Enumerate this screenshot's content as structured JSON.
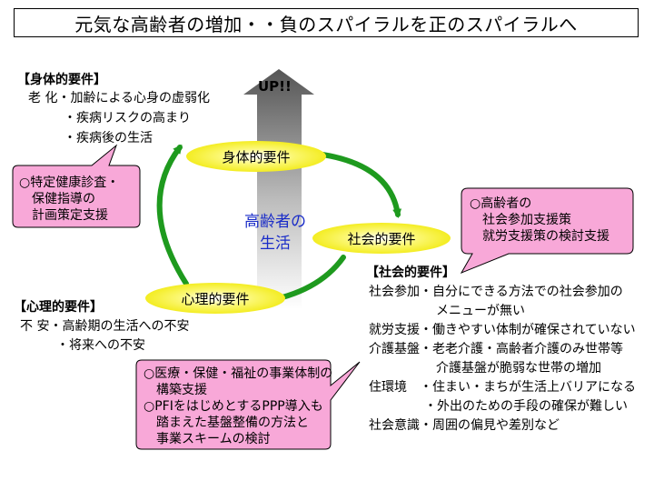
{
  "title": "元気な高齢者の増加・・負のスパイラルを正のスパイラルへ",
  "arrow_up_label": "UP!!",
  "center_label": [
    "高齢者の",
    "生活"
  ],
  "ellipses": {
    "physical": "身体的要件",
    "social": "社会的要件",
    "mental": "心理的要件"
  },
  "physical_block": {
    "heading": "【身体的要件】",
    "lines": [
      "老 化・加齢による心身の虚弱化",
      "・疾病リスクの高まり",
      "・疾病後の生活"
    ]
  },
  "mental_block": {
    "heading": "【心理的要件】",
    "lines": [
      "不 安・高齢期の生活への不安",
      "・将来への不安"
    ]
  },
  "social_block": {
    "heading": "【社会的要件】",
    "lines": [
      "社会参加・自分にできる方法での社会参加の",
      "メニューが無い",
      "就労支援・働きやすい体制が確保されていない",
      "介護基盤・老老介護・高齢者介護のみ世帯等",
      "介護基盤が脆弱な世帯の増加",
      "住環境　・住まい・まちが生活上バリアになる",
      "・外出のための手段の確保が難しい",
      "社会意識・周囲の偏見や差別など"
    ]
  },
  "callouts": {
    "left": [
      "○特定健康診査・",
      "保健指導の",
      "計画策定支援"
    ],
    "right": [
      "○高齢者の",
      "社会参加支援策",
      "就労支援策の検討支援"
    ],
    "bottom": [
      "○医療・保健・福祉の事業体制の",
      "構築支援",
      "○PFIをはじめとするPPP導入も",
      "踏まえた基盤整備の方法と",
      "事業スキームの検討"
    ]
  },
  "colors": {
    "callout_fill": "#f8a8d8",
    "ellipse_fill": "#f5f000",
    "cycle_arrow": "#1e9a1e",
    "center_text": "#1a2cc8"
  }
}
